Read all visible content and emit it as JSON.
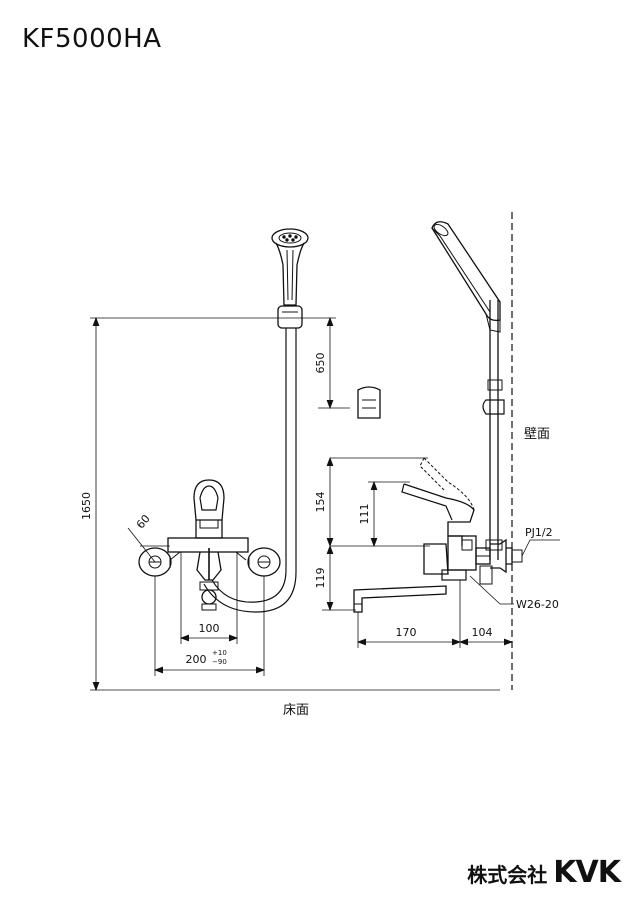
{
  "title": "KF5000HA",
  "dimensions": {
    "d1650": "1650",
    "d650": "650",
    "d60": "60",
    "d100": "100",
    "d200": "200",
    "tol_plus": "+10",
    "tol_minus": "−90",
    "d154": "154",
    "d111": "111",
    "d119": "119",
    "d170": "170",
    "d104": "104"
  },
  "labels": {
    "wall": "壁面",
    "floor": "床面",
    "pj": "PJ1/2",
    "w": "W26-20"
  },
  "brand": {
    "company": "株式会社",
    "logo": "KVK"
  }
}
